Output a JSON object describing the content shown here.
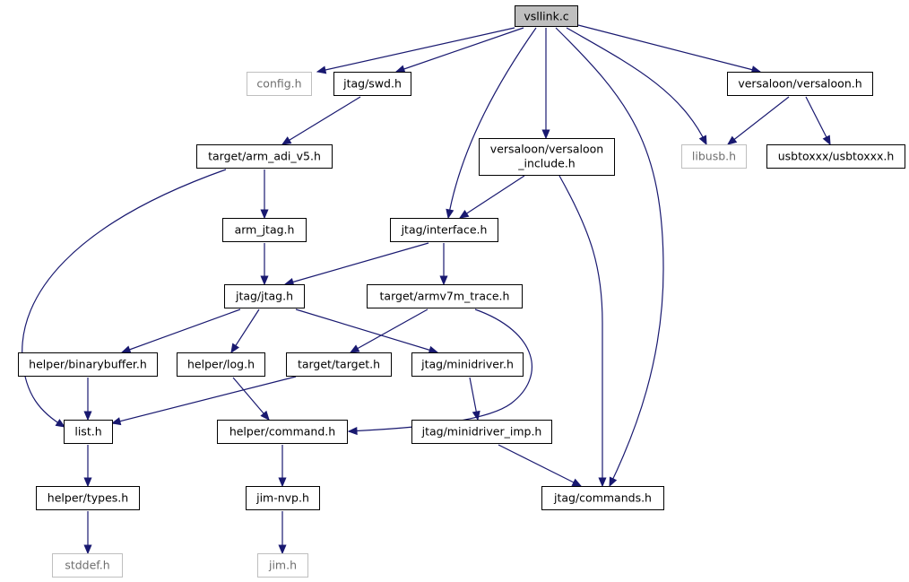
{
  "nodes": {
    "vsllink_c": {
      "label": "vsllink.c",
      "style": "root"
    },
    "config_h": {
      "label": "config.h",
      "style": "external"
    },
    "jtag_swd_h": {
      "label": "jtag/swd.h",
      "style": "normal"
    },
    "versaloon_versaloon_h": {
      "label": "versaloon/versaloon.h",
      "style": "normal"
    },
    "libusb_h": {
      "label": "libusb.h",
      "style": "external"
    },
    "usbtoxxx_h": {
      "label": "usbtoxxx/usbtoxxx.h",
      "style": "normal"
    },
    "versaloon_include_h": {
      "label_lines": [
        "versaloon/versaloon",
        "_include.h"
      ],
      "style": "normal"
    },
    "arm_adi_v5_h": {
      "label": "target/arm_adi_v5.h",
      "style": "normal"
    },
    "arm_jtag_h": {
      "label": "arm_jtag.h",
      "style": "normal"
    },
    "jtag_interface_h": {
      "label": "jtag/interface.h",
      "style": "normal"
    },
    "jtag_jtag_h": {
      "label": "jtag/jtag.h",
      "style": "normal"
    },
    "armv7m_trace_h": {
      "label": "target/armv7m_trace.h",
      "style": "normal"
    },
    "binarybuffer_h": {
      "label": "helper/binarybuffer.h",
      "style": "normal"
    },
    "helper_log_h": {
      "label": "helper/log.h",
      "style": "normal"
    },
    "target_target_h": {
      "label": "target/target.h",
      "style": "normal"
    },
    "minidriver_h": {
      "label": "jtag/minidriver.h",
      "style": "normal"
    },
    "list_h": {
      "label": "list.h",
      "style": "normal"
    },
    "helper_command_h": {
      "label": "helper/command.h",
      "style": "normal"
    },
    "minidriver_imp_h": {
      "label": "jtag/minidriver_imp.h",
      "style": "normal"
    },
    "helper_types_h": {
      "label": "helper/types.h",
      "style": "normal"
    },
    "jim_nvp_h": {
      "label": "jim-nvp.h",
      "style": "normal"
    },
    "jtag_commands_h": {
      "label": "jtag/commands.h",
      "style": "normal"
    },
    "stddef_h": {
      "label": "stddef.h",
      "style": "external"
    },
    "jim_h": {
      "label": "jim.h",
      "style": "external"
    }
  },
  "edges": [
    [
      "vsllink_c",
      "config_h"
    ],
    [
      "vsllink_c",
      "jtag_swd_h"
    ],
    [
      "vsllink_c",
      "jtag_interface_h"
    ],
    [
      "vsllink_c",
      "versaloon_include_h"
    ],
    [
      "vsllink_c",
      "jtag_commands_h"
    ],
    [
      "vsllink_c",
      "libusb_h"
    ],
    [
      "vsllink_c",
      "versaloon_versaloon_h"
    ],
    [
      "versaloon_versaloon_h",
      "libusb_h"
    ],
    [
      "versaloon_versaloon_h",
      "usbtoxxx_h"
    ],
    [
      "jtag_swd_h",
      "arm_adi_v5_h"
    ],
    [
      "arm_adi_v5_h",
      "arm_jtag_h"
    ],
    [
      "arm_adi_v5_h",
      "list_h"
    ],
    [
      "arm_jtag_h",
      "jtag_jtag_h"
    ],
    [
      "versaloon_include_h",
      "jtag_interface_h"
    ],
    [
      "versaloon_include_h",
      "jtag_commands_h"
    ],
    [
      "jtag_interface_h",
      "jtag_jtag_h"
    ],
    [
      "jtag_interface_h",
      "armv7m_trace_h"
    ],
    [
      "jtag_jtag_h",
      "binarybuffer_h"
    ],
    [
      "jtag_jtag_h",
      "helper_log_h"
    ],
    [
      "jtag_jtag_h",
      "minidriver_h"
    ],
    [
      "armv7m_trace_h",
      "target_target_h"
    ],
    [
      "armv7m_trace_h",
      "helper_command_h"
    ],
    [
      "binarybuffer_h",
      "list_h"
    ],
    [
      "helper_log_h",
      "helper_command_h"
    ],
    [
      "target_target_h",
      "list_h"
    ],
    [
      "minidriver_h",
      "minidriver_imp_h"
    ],
    [
      "list_h",
      "helper_types_h"
    ],
    [
      "helper_command_h",
      "jim_nvp_h"
    ],
    [
      "minidriver_imp_h",
      "jtag_commands_h"
    ],
    [
      "helper_types_h",
      "stddef_h"
    ],
    [
      "jim_nvp_h",
      "jim_h"
    ]
  ]
}
